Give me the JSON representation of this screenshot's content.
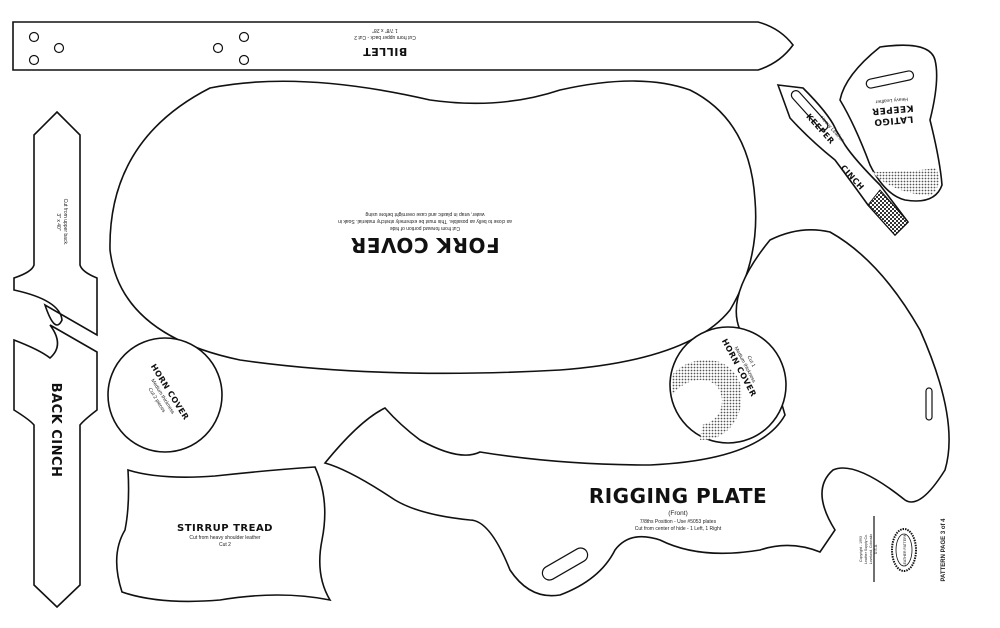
{
  "sheet": {
    "page_label": "PATTERN PAGE 3 of 4",
    "copyright": [
      "Copyright - 1993",
      "Leather Supply Co.",
      "Loveland, Colorado",
      "U.S.A."
    ],
    "seal_text": "LEATHER PATTERN"
  },
  "pieces": {
    "billet": {
      "title": "BILLET",
      "note1": "Cut from upper back - Cut 2",
      "note2": "1 7/8\" x 28\""
    },
    "fork_cover": {
      "title": "FORK COVER",
      "note1": "Cut from forward portion of hide",
      "note2": "as close to belly as possible.  This must be extremely stretchy material.  Soak in",
      "note3": "water, wrap in plastic and case overnight before using"
    },
    "back_cinch": {
      "title": "BACK CINCH",
      "note1": "Cut from upper back.",
      "note2": "3\" x 40\""
    },
    "latigo_keeper": {
      "title1": "LATIGO",
      "title2": "KEEPER",
      "note": "Heavy Leather"
    },
    "cinch_keeper": {
      "title1": "CINCH",
      "title2": "KEEPER",
      "note": "Heavy Leather"
    },
    "horn_cover_left": {
      "title": "HORN COVER",
      "note1": "Medium thickness",
      "note2": "Cut 2 pieces"
    },
    "horn_cover_right": {
      "title": "HORN COVER",
      "note1": "Medium thickness",
      "note2": "Cut 1"
    },
    "stirrup_tread": {
      "title": "STIRRUP TREAD",
      "note1": "Cut from heavy shoulder leather",
      "note2": "Cut 2"
    },
    "rigging_plate": {
      "title": "RIGGING PLATE",
      "subtitle": "(Front)",
      "note1": "7/8ths Position - Use #5053 plates",
      "note2": "Cut from center of hide - 1 Left, 1 Right"
    }
  }
}
